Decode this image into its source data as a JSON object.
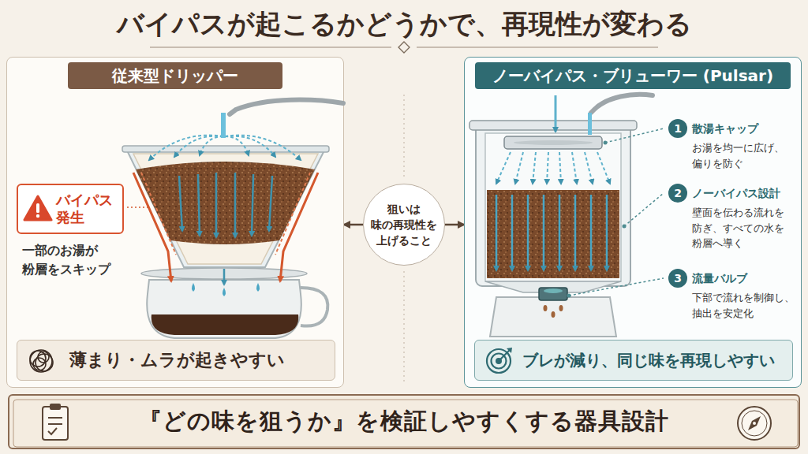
{
  "diagram": {
    "title": "バイパスが起こるかどうかで、再現性が変わる",
    "nodes": [
      {
        "text": [
          "従来型ドリッパー"
        ]
      },
      {
        "text": [
          "バイパス 発生"
        ],
        "in": 0
      },
      {
        "text": [
          "薄まり・ムラが起きやすい"
        ],
        "in": 0
      },
      {
        "text": [
          "狙いは 味の再現性を 上げること"
        ]
      },
      {
        "text": [
          "ノーバイパス・ブリューワー (Pulsar)"
        ]
      },
      {
        "text": [
          "1",
          "散湯キャップ",
          "お湯を均一に広げ、 偏りを防ぐ"
        ],
        "in": 4
      },
      {
        "text": [
          "2",
          "ノーバイパス設計",
          "壁面を伝わる流れを 防ぎ、すべての水を 粉層へ導く"
        ],
        "in": 4
      },
      {
        "text": [
          "3",
          "流量バルブ",
          "下部で流れを制御し、 抽出を安定化"
        ],
        "in": 4
      },
      {
        "text": [
          "ブレが減り、同じ味を再現しやすい"
        ],
        "in": 4
      },
      {
        "text": [
          "『どの味を狙うか』を検証しやすくする器具設計"
        ]
      }
    ],
    "edges": [
      {
        "from": 3,
        "to": 0,
        "arrow": "to"
      },
      {
        "from": 3,
        "to": 4,
        "arrow": "to"
      }
    ],
    "labels": [
      "一部のお湯が 粉層をスキップ"
    ]
  }
}
